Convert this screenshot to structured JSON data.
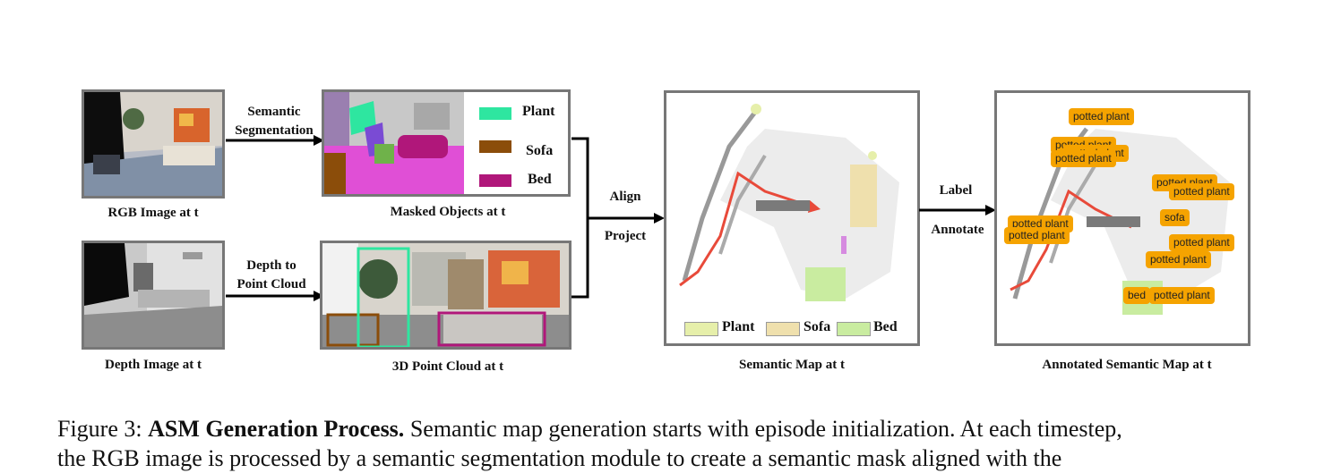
{
  "figure": {
    "labels": {
      "rgb": "RGB Image at t",
      "masked": "Masked Objects at t",
      "depth": "Depth Image at t",
      "pointcloud": "3D Point Cloud at t",
      "semantic_map": "Semantic Map at t",
      "annotated_map": "Annotated Semantic Map at t"
    },
    "arrows": {
      "seg_line1": "Semantic",
      "seg_line2": "Segmentation",
      "depth_line1": "Depth to",
      "depth_line2": "Point Cloud",
      "align": "Align",
      "project": "Project",
      "label": "Label",
      "annotate": "Annotate"
    },
    "mask_legend": [
      {
        "label": "Plant",
        "color": "#2ee6a0"
      },
      {
        "label": "Sofa",
        "color": "#8b4d0a"
      },
      {
        "label": "Bed",
        "color": "#b0177a"
      }
    ],
    "map_legend": [
      {
        "label": "Plant",
        "color": "#e6efaa"
      },
      {
        "label": "Sofa",
        "color": "#efe0ad"
      },
      {
        "label": "Bed",
        "color": "#c9eca0"
      }
    ],
    "tags": {
      "t1": "potted plant",
      "t2": "potted plant",
      "t3": "potted plant",
      "t4": "potted plant",
      "t5": "potted plant",
      "t6": "potted plant",
      "t7": "potted plant",
      "t8": "potted plant",
      "t9": "potted plant",
      "t10": "potted plant",
      "t11": "sofa",
      "t12": "bed",
      "t13": "potted plant"
    }
  },
  "caption": {
    "prefix": "Figure 3: ",
    "bold": "ASM Generation Process.",
    "line1_rest": " Semantic map generation starts with episode initialization. At each timestep,",
    "line2": "the RGB image is processed by a semantic segmentation module to create a semantic mask aligned with the"
  }
}
